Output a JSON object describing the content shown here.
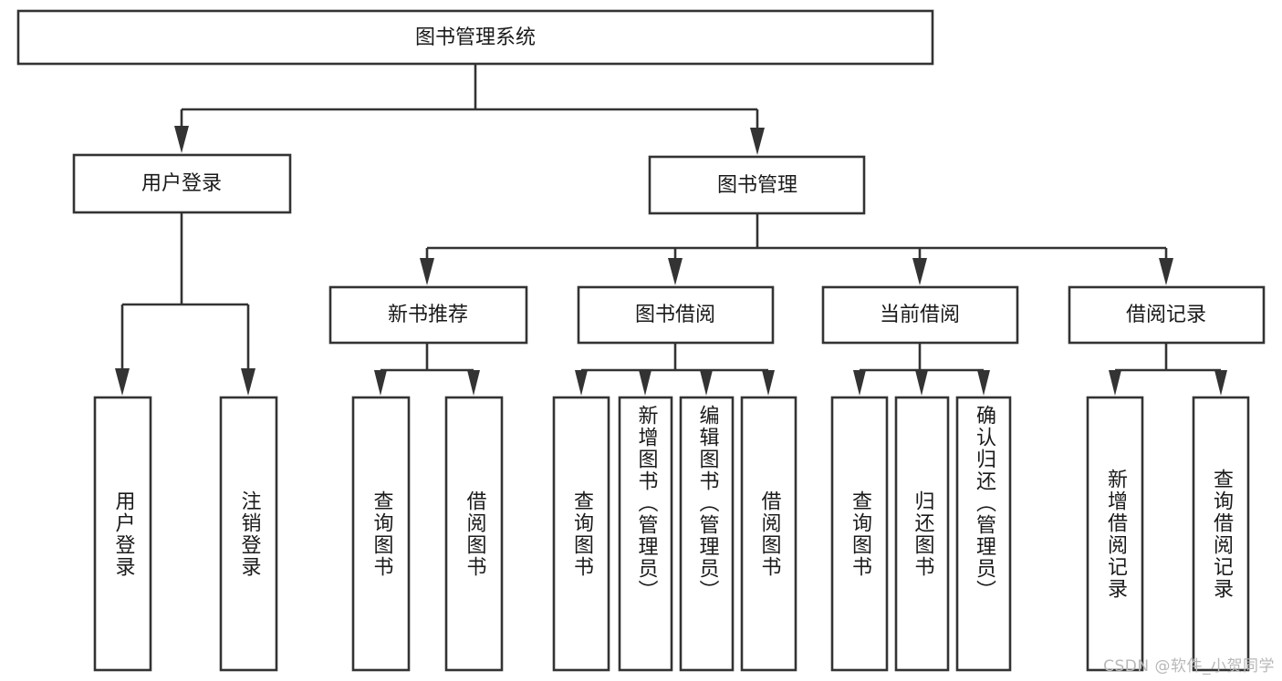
{
  "diagram": {
    "type": "tree-flowchart",
    "title": "图书管理系统",
    "watermark": "CSDN @软件_小贺同学",
    "colors": {
      "background": "#ffffff",
      "box_fill": "#ffffff",
      "box_stroke": "#333333",
      "text": "#1a1a1a",
      "watermark": "#b8b8b8"
    },
    "nodes": {
      "root": {
        "label": "图书管理系统",
        "level": 1,
        "orientation": "horizontal"
      },
      "l2": [
        {
          "id": "user-login",
          "label": "用户登录",
          "level": 2,
          "orientation": "horizontal"
        },
        {
          "id": "book-manage",
          "label": "图书管理",
          "level": 2,
          "orientation": "horizontal"
        }
      ],
      "l3": [
        {
          "id": "new-book-rec",
          "label": "新书推荐",
          "level": 3,
          "orientation": "horizontal"
        },
        {
          "id": "book-borrow",
          "label": "图书借阅",
          "level": 3,
          "orientation": "horizontal"
        },
        {
          "id": "current-borrow",
          "label": "当前借阅",
          "level": 3,
          "orientation": "horizontal"
        },
        {
          "id": "borrow-record",
          "label": "借阅记录",
          "level": 3,
          "orientation": "horizontal"
        }
      ],
      "leaves": [
        {
          "id": "leaf-user-login",
          "label": "用户登录",
          "parent": "user-login",
          "orientation": "vertical"
        },
        {
          "id": "leaf-logout",
          "label": "注销登录",
          "parent": "user-login",
          "orientation": "vertical"
        },
        {
          "id": "leaf-query-book-1",
          "label": "查询图书",
          "parent": "new-book-rec",
          "orientation": "vertical"
        },
        {
          "id": "leaf-borrow-book-1",
          "label": "借阅图书",
          "parent": "new-book-rec",
          "orientation": "vertical"
        },
        {
          "id": "leaf-query-book-2",
          "label": "查询图书",
          "parent": "book-borrow",
          "orientation": "vertical"
        },
        {
          "id": "leaf-add-book",
          "label": "新增图书（管理员）",
          "parent": "book-borrow",
          "orientation": "vertical"
        },
        {
          "id": "leaf-edit-book",
          "label": "编辑图书（管理员）",
          "parent": "book-borrow",
          "orientation": "vertical"
        },
        {
          "id": "leaf-borrow-book-2",
          "label": "借阅图书",
          "parent": "book-borrow",
          "orientation": "vertical"
        },
        {
          "id": "leaf-query-book-3",
          "label": "查询图书",
          "parent": "current-borrow",
          "orientation": "vertical"
        },
        {
          "id": "leaf-return-book",
          "label": "归还图书",
          "parent": "current-borrow",
          "orientation": "vertical"
        },
        {
          "id": "leaf-confirm-return",
          "label": "确认归还（管理员）",
          "parent": "current-borrow",
          "orientation": "vertical"
        },
        {
          "id": "leaf-add-record",
          "label": "新增借阅记录",
          "parent": "borrow-record",
          "orientation": "vertical"
        },
        {
          "id": "leaf-query-record",
          "label": "查询借阅记录",
          "parent": "borrow-record",
          "orientation": "vertical"
        }
      ]
    }
  }
}
